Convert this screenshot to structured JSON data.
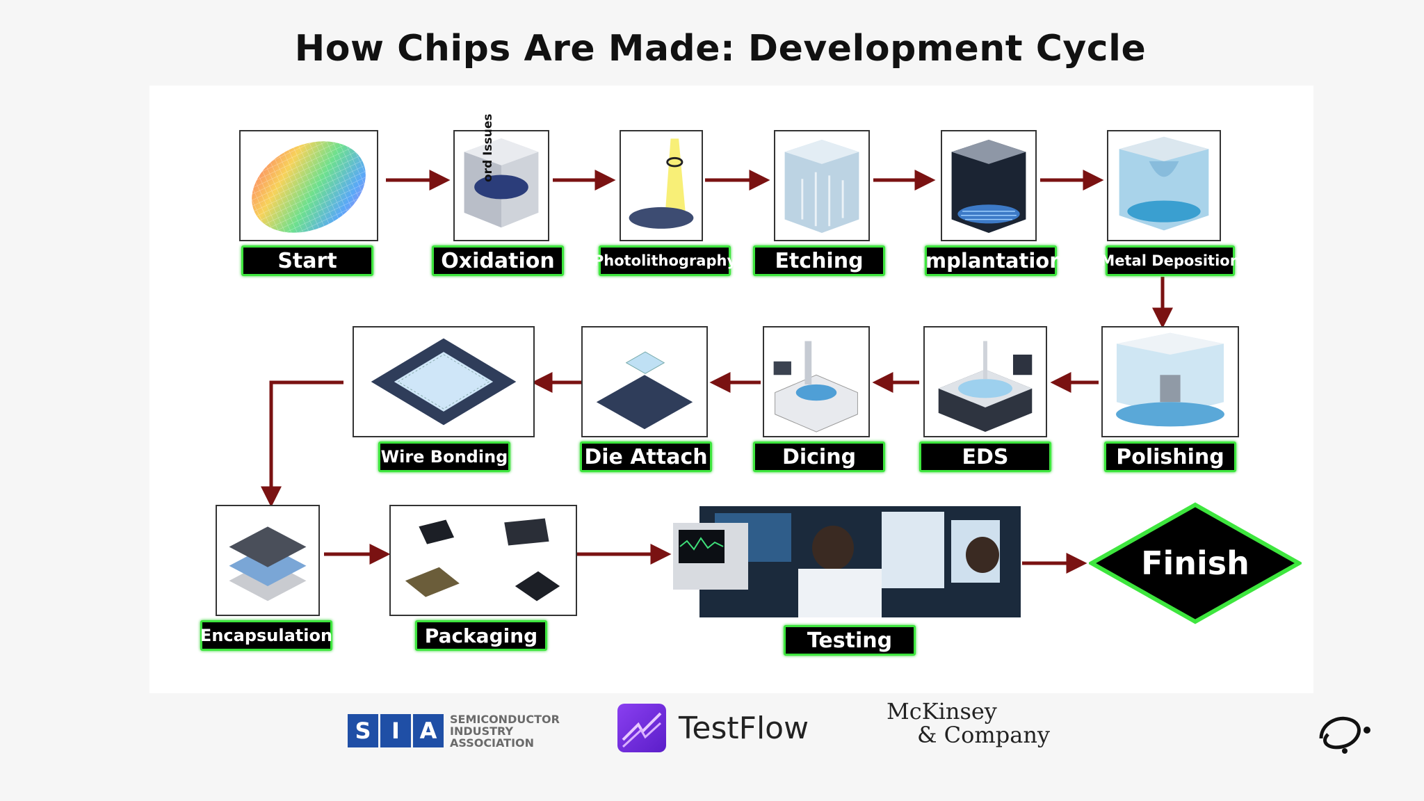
{
  "title": "How Chips Are Made: Development Cycle",
  "steps": [
    {
      "label": "Start"
    },
    {
      "label": "Oxidation"
    },
    {
      "label": "Photolithography"
    },
    {
      "label": "Etching"
    },
    {
      "label": "Implantation"
    },
    {
      "label": "Metal Deposition"
    },
    {
      "label": "Polishing"
    },
    {
      "label": "EDS"
    },
    {
      "label": "Dicing"
    },
    {
      "label": "Die Attach"
    },
    {
      "label": "Wire Bonding"
    },
    {
      "label": "Encapsulation"
    },
    {
      "label": "Packaging"
    },
    {
      "label": "Testing"
    }
  ],
  "finish_label": "Finish",
  "overlay_text": "ord Issues",
  "arrow_color": "#7a1212",
  "label_border_color": "#3ee63e",
  "logos": {
    "sia": {
      "letters": [
        "S",
        "I",
        "A"
      ],
      "line1": "SEMICONDUCTOR",
      "line2": "INDUSTRY",
      "line3": "ASSOCIATION"
    },
    "testflow": {
      "name": "TestFlow"
    },
    "mckinsey": {
      "line1": "McKinsey",
      "line2": "& Company"
    }
  }
}
